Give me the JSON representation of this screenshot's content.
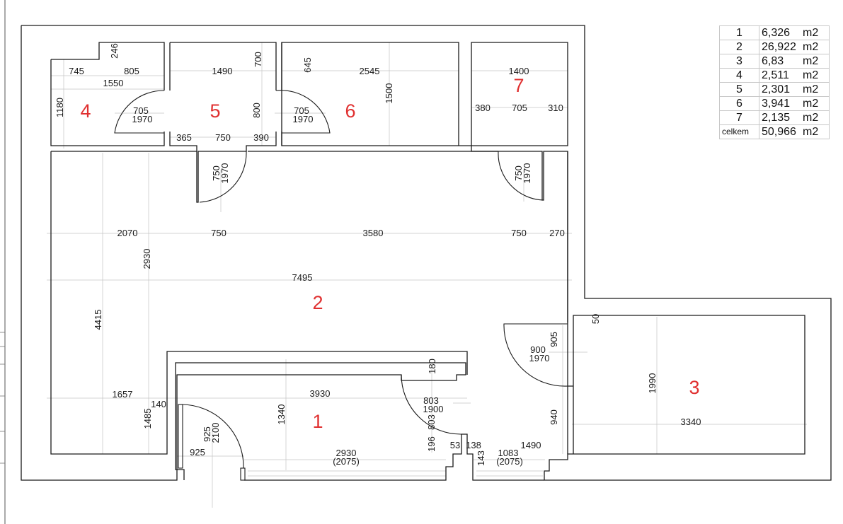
{
  "rooms": [
    {
      "number": "1"
    },
    {
      "number": "2"
    },
    {
      "number": "3"
    },
    {
      "number": "4"
    },
    {
      "number": "5"
    },
    {
      "number": "6"
    },
    {
      "number": "7"
    }
  ],
  "area_table": {
    "rows": [
      {
        "room": "1",
        "area": "6,326",
        "unit": "m2"
      },
      {
        "room": "2",
        "area": "26,922",
        "unit": "m2"
      },
      {
        "room": "3",
        "area": "6,83",
        "unit": "m2"
      },
      {
        "room": "4",
        "area": "2,511",
        "unit": "m2"
      },
      {
        "room": "5",
        "area": "2,301",
        "unit": "m2"
      },
      {
        "room": "6",
        "area": "3,941",
        "unit": "m2"
      },
      {
        "room": "7",
        "area": "2,135",
        "unit": "m2"
      }
    ],
    "total": {
      "label": "celkem",
      "area": "50,966",
      "unit": "m2"
    }
  },
  "dimensions": [
    {
      "text": "246"
    },
    {
      "text": "745"
    },
    {
      "text": "805"
    },
    {
      "text": "1550"
    },
    {
      "text": "1180"
    },
    {
      "text": "1490"
    },
    {
      "text": "700"
    },
    {
      "text": "645"
    },
    {
      "text": "2545"
    },
    {
      "text": "1500"
    },
    {
      "text": "1400"
    },
    {
      "text": "705"
    },
    {
      "text": "1970"
    },
    {
      "text": "800"
    },
    {
      "text": "705"
    },
    {
      "text": "1970"
    },
    {
      "text": "380"
    },
    {
      "text": "705"
    },
    {
      "text": "310"
    },
    {
      "text": "365"
    },
    {
      "text": "750"
    },
    {
      "text": "390"
    },
    {
      "text": "750"
    },
    {
      "text": "1970"
    },
    {
      "text": "750"
    },
    {
      "text": "1970"
    },
    {
      "text": "2070"
    },
    {
      "text": "750"
    },
    {
      "text": "3580"
    },
    {
      "text": "750"
    },
    {
      "text": "270"
    },
    {
      "text": "2930"
    },
    {
      "text": "7495"
    },
    {
      "text": "4415"
    },
    {
      "text": "50"
    },
    {
      "text": "905"
    },
    {
      "text": "900"
    },
    {
      "text": "1970"
    },
    {
      "text": "180"
    },
    {
      "text": "1657"
    },
    {
      "text": "3930"
    },
    {
      "text": "803"
    },
    {
      "text": "1900"
    },
    {
      "text": "803"
    },
    {
      "text": "1990"
    },
    {
      "text": "140"
    },
    {
      "text": "1485"
    },
    {
      "text": "1340"
    },
    {
      "text": "925"
    },
    {
      "text": "2100"
    },
    {
      "text": "940"
    },
    {
      "text": "3340"
    },
    {
      "text": "925"
    },
    {
      "text": "196"
    },
    {
      "text": "53"
    },
    {
      "text": "138"
    },
    {
      "text": "1490"
    },
    {
      "text": "2930"
    },
    {
      "text": "(2075)"
    },
    {
      "text": "143"
    },
    {
      "text": "1083"
    },
    {
      "text": "(2075)"
    }
  ]
}
